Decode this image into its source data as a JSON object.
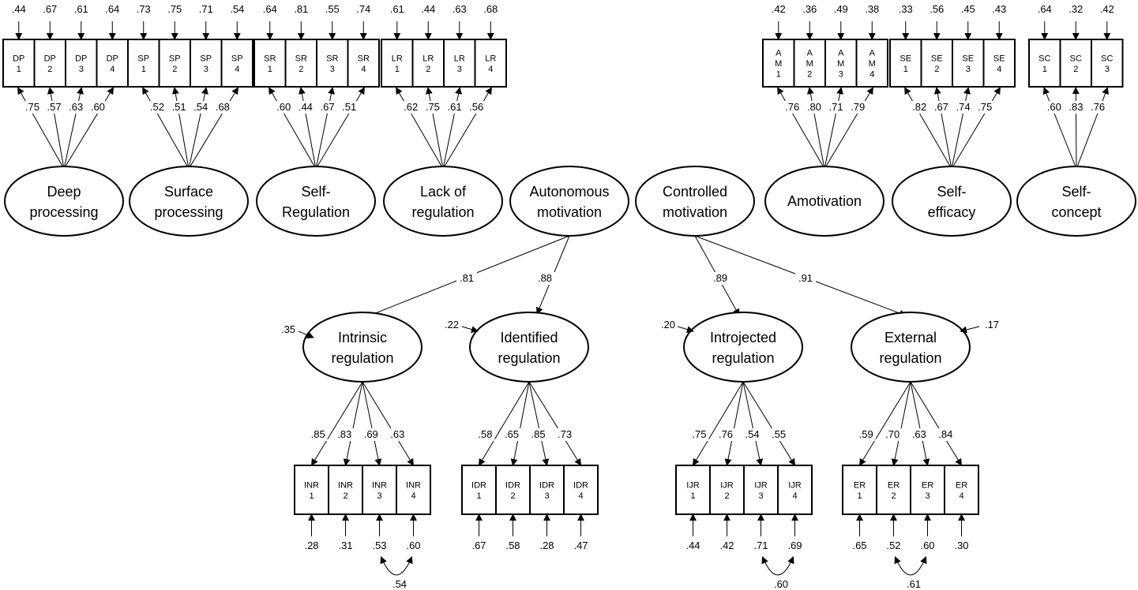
{
  "top_factors": [
    {
      "id": "deep",
      "label": [
        "Deep",
        "processing"
      ],
      "boxes": [
        [
          "DP",
          "1"
        ],
        [
          "DP",
          "2"
        ],
        [
          "DP",
          "3"
        ],
        [
          "DP",
          "4"
        ]
      ],
      "errors": [
        ".44",
        ".67",
        ".61",
        ".64"
      ],
      "loadings": [
        ".75",
        ".57",
        ".63",
        ".60"
      ]
    },
    {
      "id": "surface",
      "label": [
        "Surface",
        "processing"
      ],
      "boxes": [
        [
          "SP",
          "1"
        ],
        [
          "SP",
          "2"
        ],
        [
          "SP",
          "3"
        ],
        [
          "SP",
          "4"
        ]
      ],
      "errors": [
        ".73",
        ".75",
        ".71",
        ".54"
      ],
      "loadings": [
        ".52",
        ".51",
        ".54",
        ".68"
      ]
    },
    {
      "id": "selfreg",
      "label": [
        "Self-",
        "Regulation"
      ],
      "boxes": [
        [
          "SR",
          "1"
        ],
        [
          "SR",
          "2"
        ],
        [
          "SR",
          "3"
        ],
        [
          "SR",
          "4"
        ]
      ],
      "errors": [
        ".64",
        ".81",
        ".55",
        ".74"
      ],
      "loadings": [
        ".60",
        ".44",
        ".67",
        ".51"
      ]
    },
    {
      "id": "lack",
      "label": [
        "Lack of",
        "regulation"
      ],
      "boxes": [
        [
          "LR",
          "1"
        ],
        [
          "LR",
          "2"
        ],
        [
          "LR",
          "3"
        ],
        [
          "LR",
          "4"
        ]
      ],
      "errors": [
        ".61",
        ".44",
        ".63",
        ".68"
      ],
      "loadings": [
        ".62",
        ".75",
        ".61",
        ".56"
      ]
    },
    {
      "id": "amot",
      "label": [
        "Amotivation"
      ],
      "boxes": [
        [
          "A",
          "M",
          "1"
        ],
        [
          "A",
          "M",
          "2"
        ],
        [
          "A",
          "M",
          "3"
        ],
        [
          "A",
          "M",
          "4"
        ]
      ],
      "errors": [
        ".42",
        ".36",
        ".49",
        ".38"
      ],
      "loadings": [
        ".76",
        ".80",
        ".71",
        ".79"
      ]
    },
    {
      "id": "selfeff",
      "label": [
        "Self-",
        "efficacy"
      ],
      "boxes": [
        [
          "SE",
          "1"
        ],
        [
          "SE",
          "2"
        ],
        [
          "SE",
          "3"
        ],
        [
          "SE",
          "4"
        ]
      ],
      "errors": [
        ".33",
        ".56",
        ".45",
        ".43"
      ],
      "loadings": [
        ".82",
        ".67",
        ".74",
        ".75"
      ]
    },
    {
      "id": "selfcon",
      "label": [
        "Self-",
        "concept"
      ],
      "boxes": [
        [
          "SC",
          "1"
        ],
        [
          "SC",
          "2"
        ],
        [
          "SC",
          "3"
        ]
      ],
      "errors": [
        ".64",
        ".32",
        ".42"
      ],
      "loadings": [
        ".60",
        ".83",
        ".76"
      ]
    }
  ],
  "higher_factors": [
    {
      "id": "auto",
      "label": [
        "Autonomous",
        "motivation"
      ]
    },
    {
      "id": "ctrl",
      "label": [
        "Controlled",
        "motivation"
      ]
    }
  ],
  "structural_paths": [
    ".81",
    ".88",
    ".89",
    ".91"
  ],
  "bottom_factors": [
    {
      "id": "intr",
      "label": [
        "Intrinsic",
        "regulation"
      ],
      "disturbance": ".35",
      "boxes": [
        [
          "INR",
          "1"
        ],
        [
          "INR",
          "2"
        ],
        [
          "INR",
          "3"
        ],
        [
          "INR",
          "4"
        ]
      ],
      "loadings": [
        ".85",
        ".83",
        ".69",
        ".63"
      ],
      "errors": [
        ".28",
        ".31",
        ".53",
        ".60"
      ],
      "covariance": {
        "between": [
          2,
          3
        ],
        "value": ".54"
      }
    },
    {
      "id": "ident",
      "label": [
        "Identified",
        "regulation"
      ],
      "disturbance": ".22",
      "boxes": [
        [
          "IDR",
          "1"
        ],
        [
          "IDR",
          "2"
        ],
        [
          "IDR",
          "3"
        ],
        [
          "IDR",
          "4"
        ]
      ],
      "loadings": [
        ".58",
        ".65",
        ".85",
        ".73"
      ],
      "errors": [
        ".67",
        ".58",
        ".28",
        ".47"
      ],
      "covariance": null
    },
    {
      "id": "introj",
      "label": [
        "Introjected",
        "regulation"
      ],
      "disturbance": ".20",
      "boxes": [
        [
          "IJR",
          "1"
        ],
        [
          "IJR",
          "2"
        ],
        [
          "IJR",
          "3"
        ],
        [
          "IJR",
          "4"
        ]
      ],
      "loadings": [
        ".75",
        ".76",
        ".54",
        ".55"
      ],
      "errors": [
        ".44",
        ".42",
        ".71",
        ".69"
      ],
      "covariance": {
        "between": [
          2,
          3
        ],
        "value": ".60"
      }
    },
    {
      "id": "extr",
      "label": [
        "External",
        "regulation"
      ],
      "disturbance": ".17",
      "boxes": [
        [
          "ER",
          "1"
        ],
        [
          "ER",
          "2"
        ],
        [
          "ER",
          "3"
        ],
        [
          "ER",
          "4"
        ]
      ],
      "loadings": [
        ".59",
        ".70",
        ".63",
        ".84"
      ],
      "errors": [
        ".65",
        ".52",
        ".60",
        ".30"
      ],
      "covariance": {
        "between": [
          1,
          2
        ],
        "value": ".61"
      }
    }
  ]
}
